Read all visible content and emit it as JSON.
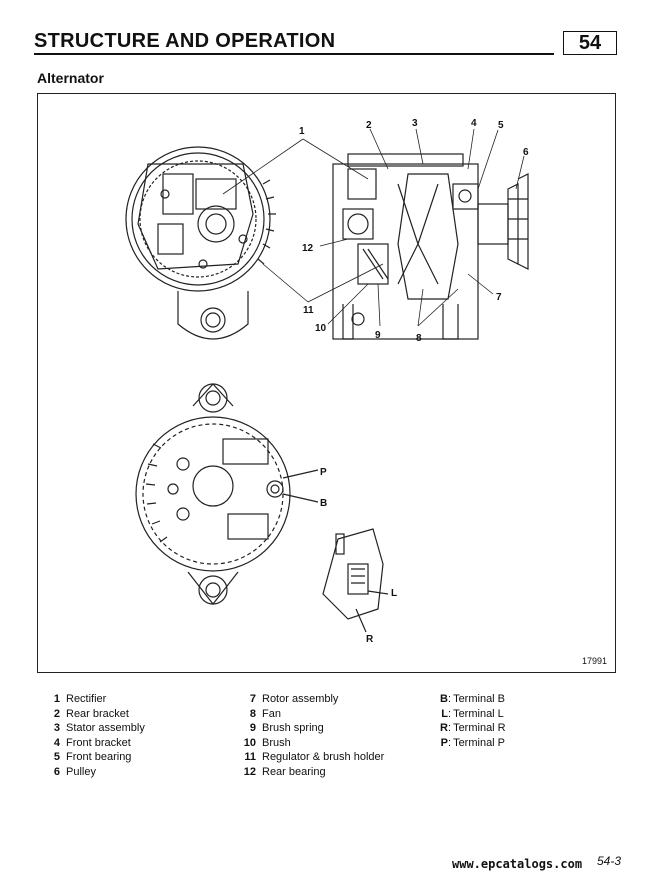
{
  "header": {
    "title": "STRUCTURE AND OPERATION",
    "page_number": "54"
  },
  "section": {
    "title": "Alternator"
  },
  "figure": {
    "number": "17991",
    "callouts": {
      "c1": "1",
      "c2": "2",
      "c3": "3",
      "c4": "4",
      "c5": "5",
      "c6": "6",
      "c7": "7",
      "c8": "8",
      "c9": "9",
      "c10": "10",
      "c11": "11",
      "c12": "12",
      "p": "P",
      "b": "B",
      "l": "L",
      "r": "R"
    }
  },
  "legend": {
    "col1": [
      {
        "num": "1",
        "label": "Rectifier"
      },
      {
        "num": "2",
        "label": "Rear bracket"
      },
      {
        "num": "3",
        "label": "Stator assembly"
      },
      {
        "num": "4",
        "label": "Front bracket"
      },
      {
        "num": "5",
        "label": "Front bearing"
      },
      {
        "num": "6",
        "label": "Pulley"
      }
    ],
    "col2": [
      {
        "num": "7",
        "label": "Rotor assembly"
      },
      {
        "num": "8",
        "label": "Fan"
      },
      {
        "num": "9",
        "label": "Brush spring"
      },
      {
        "num": "10",
        "label": "Brush"
      },
      {
        "num": "11",
        "label": "Regulator & brush holder"
      },
      {
        "num": "12",
        "label": "Rear bearing"
      }
    ],
    "col3": [
      {
        "key": "B",
        "label": "Terminal B"
      },
      {
        "key": "L",
        "label": "Terminal L"
      },
      {
        "key": "R",
        "label": "Terminal R"
      },
      {
        "key": "P",
        "label": "Terminal P"
      }
    ]
  },
  "footer": {
    "watermark": "www.epcatalogs.com",
    "page": "54-3"
  }
}
